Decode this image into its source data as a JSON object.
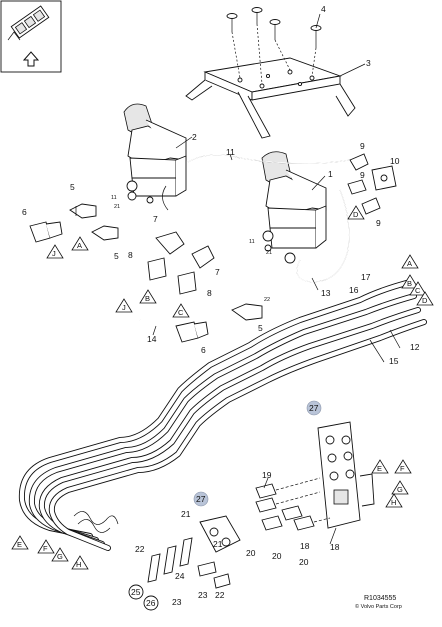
{
  "callouts": [
    "1",
    "2",
    "3",
    "4",
    "5",
    "6",
    "7",
    "8",
    "9",
    "10",
    "11",
    "12",
    "13",
    "14",
    "15",
    "16",
    "17",
    "18",
    "19",
    "20",
    "21",
    "22",
    "23",
    "24",
    "25",
    "26",
    "27"
  ],
  "connection_letters": [
    "A",
    "B",
    "C",
    "D",
    "E",
    "F",
    "G",
    "H",
    "J"
  ],
  "reference_number": "R1034555",
  "copyright": "© Volvo Parts Corp"
}
